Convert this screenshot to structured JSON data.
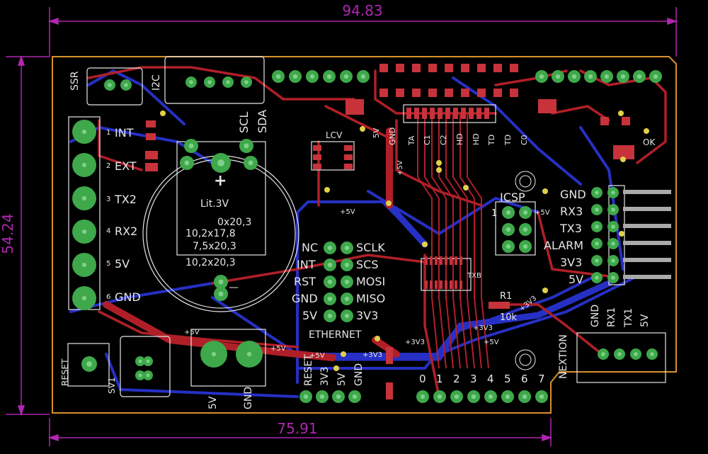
{
  "colors": {
    "background": "#000000",
    "outline": "#d8902a",
    "dimension": "#b026b0",
    "top_copper": "#b01f28",
    "bottom_copper": "#2630c4",
    "pad": "#3ea84a",
    "silk": "#e6e6e6"
  },
  "dimensions": {
    "width_top": "94.83",
    "height_left": "54.24",
    "width_bottom": "75.91"
  },
  "connectors": {
    "ssr": "SSR",
    "i2c": "I2C",
    "scl": "SCL",
    "sda": "SDA",
    "terminal": [
      "INT",
      "EXT",
      "TX2",
      "RX2",
      "5V",
      "GND"
    ],
    "terminal_nums": [
      "1",
      "2",
      "3",
      "4",
      "5",
      "6"
    ],
    "icsp": "ICSP",
    "icsp_one": "1",
    "side_header": [
      "GND",
      "RX3",
      "TX3",
      "ALARM",
      "3V3",
      "5V"
    ],
    "ethernet": "ETHERNET",
    "ethernet_left": [
      "NC",
      "INT",
      "RST",
      "GND",
      "5V"
    ],
    "ethernet_right": [
      "SCLK",
      "SCS",
      "MOSI",
      "MISO",
      "3V3"
    ],
    "bottom_pins": [
      "RESET",
      "3V3",
      "5V",
      "GND"
    ],
    "digital_pins": [
      "0",
      "1",
      "2",
      "3",
      "4",
      "5",
      "6",
      "7"
    ],
    "nextion": "NEXTION",
    "nextion_pins": [
      "GND",
      "RX1",
      "TX1",
      "5V"
    ],
    "power": [
      "5V",
      "GND"
    ],
    "reset": "RESET",
    "sv1": "SV1"
  },
  "battery": {
    "title": "Lit.3V",
    "sizes": [
      "0x20,3",
      "10,2x17,8",
      "7,5x20,3",
      "10,2x20,3"
    ],
    "plus": "+",
    "minus": "—"
  },
  "parts": {
    "lcv": "LCV",
    "txb": "TXB",
    "r1": "R1",
    "r1_val": "10k",
    "header_labels": [
      "5V",
      "GND",
      "TA",
      "C1",
      "C2",
      "HD",
      "HD",
      "TD",
      "TD",
      "C0"
    ],
    "ok": "OK",
    "net_labels": [
      "+5V",
      "+5V",
      "+5V",
      "+3V3",
      "+3V3",
      "+5V",
      "+5V",
      "+5V",
      "+3V3",
      "+5V",
      "+3V3"
    ]
  }
}
